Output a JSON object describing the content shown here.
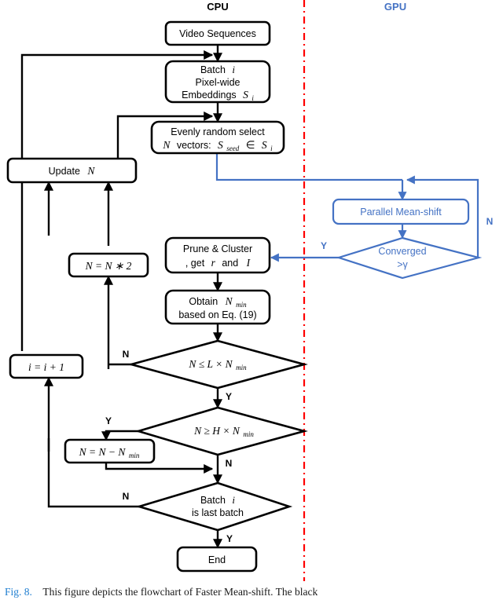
{
  "figure": {
    "headers": {
      "cpu": "CPU",
      "gpu": "GPU"
    },
    "divider": {
      "name": "cpu-gpu-divider",
      "color": "#ff0000",
      "style": "dash-dot-vertical"
    },
    "colors": {
      "cpu_stroke": "#000000",
      "gpu_stroke": "#4472c4",
      "divider": "#ff0000",
      "background": "#ffffff",
      "caption_tag": "#1f7ed0"
    },
    "cpu_nodes": [
      {
        "id": "video-sequences",
        "type": "process",
        "lines": [
          "Video Sequences"
        ]
      },
      {
        "id": "batch-embeddings",
        "type": "process",
        "lines": [
          "Batch i",
          "Pixel-wide",
          "Embeddings S_i"
        ]
      },
      {
        "id": "evenly-random-select",
        "type": "process",
        "lines": [
          "Evenly random select",
          "N vectors: S_seed ∈ S_i"
        ]
      },
      {
        "id": "update-n",
        "type": "process",
        "lines": [
          "Update N"
        ]
      },
      {
        "id": "n-times-2",
        "type": "process",
        "lines": [
          "N = N * 2"
        ]
      },
      {
        "id": "prune-cluster",
        "type": "process",
        "lines": [
          "Prune & Cluster",
          ", get r and I"
        ]
      },
      {
        "id": "obtain-nmin",
        "type": "process",
        "lines": [
          "Obtain N_min",
          "based on Eq. (19)"
        ]
      },
      {
        "id": "i-increment",
        "type": "process",
        "lines": [
          "i = i + 1"
        ]
      },
      {
        "id": "n-minus-nmin",
        "type": "process",
        "lines": [
          "N = N − N_min"
        ]
      },
      {
        "id": "end",
        "type": "terminal",
        "lines": [
          "End"
        ]
      }
    ],
    "cpu_decisions": [
      {
        "id": "check-n-le-l-nmin",
        "lines": [
          "N ≤ L × N_min"
        ],
        "branch_yes": "Y",
        "branch_no": "N"
      },
      {
        "id": "check-n-ge-h-nmin",
        "lines": [
          "N ≥ H × N_min"
        ],
        "branch_yes": "Y",
        "branch_no": "N"
      },
      {
        "id": "check-last-batch",
        "lines": [
          "Batch i",
          "is last batch"
        ],
        "branch_yes": "Y",
        "branch_no": "N"
      }
    ],
    "gpu_nodes": [
      {
        "id": "parallel-mean-shift",
        "type": "process",
        "lines": [
          "Parallel Mean-shift"
        ]
      }
    ],
    "gpu_decisions": [
      {
        "id": "check-converged",
        "lines": [
          "Converged",
          ">γ"
        ],
        "branch_yes": "Y",
        "branch_no": "N"
      }
    ],
    "text": {
      "video_sequences": "Video Sequences",
      "batch_line1": "Batch",
      "batch_i": "i",
      "batch_line2": "Pixel-wide",
      "batch_line3": "Embeddings",
      "batch_s": "S",
      "batch_s_sub": "i",
      "select_line1": "Evenly random select",
      "select_n": "N",
      "select_vectors": "vectors:",
      "select_s": "S",
      "select_s_sub": "seed",
      "select_in": "∈",
      "select_s2": "S",
      "select_s2_sub": "i",
      "update_n_label": "Update",
      "update_n_var": "N",
      "n_times_2": "N = N ∗ 2",
      "prune_line1": "Prune & Cluster",
      "prune_line2a": ", get",
      "prune_r": "r",
      "prune_and": "and",
      "prune_i": "I",
      "obtain_line1a": "Obtain",
      "obtain_n": "N",
      "obtain_sub": "min",
      "obtain_line2": "based on Eq. (19)",
      "i_increment": "i = i + 1",
      "cond_le": "N ≤ L × N",
      "cond_le_sub": "min",
      "cond_ge": "N ≥ H × N",
      "cond_ge_sub": "min",
      "n_minus": "N = N − N",
      "n_minus_sub": "min",
      "last_batch_line1": "Batch",
      "last_batch_i": "i",
      "last_batch_line2": "is last batch",
      "end": "End",
      "parallel_mean_shift": "Parallel Mean-shift",
      "converged_line1": "Converged",
      "converged_line2": ">γ",
      "branch_y": "Y",
      "branch_n": "N"
    },
    "caption": {
      "tag": "Fig. 8.",
      "body": "This figure depicts the flowchart of Faster Mean-shift. The black"
    }
  }
}
